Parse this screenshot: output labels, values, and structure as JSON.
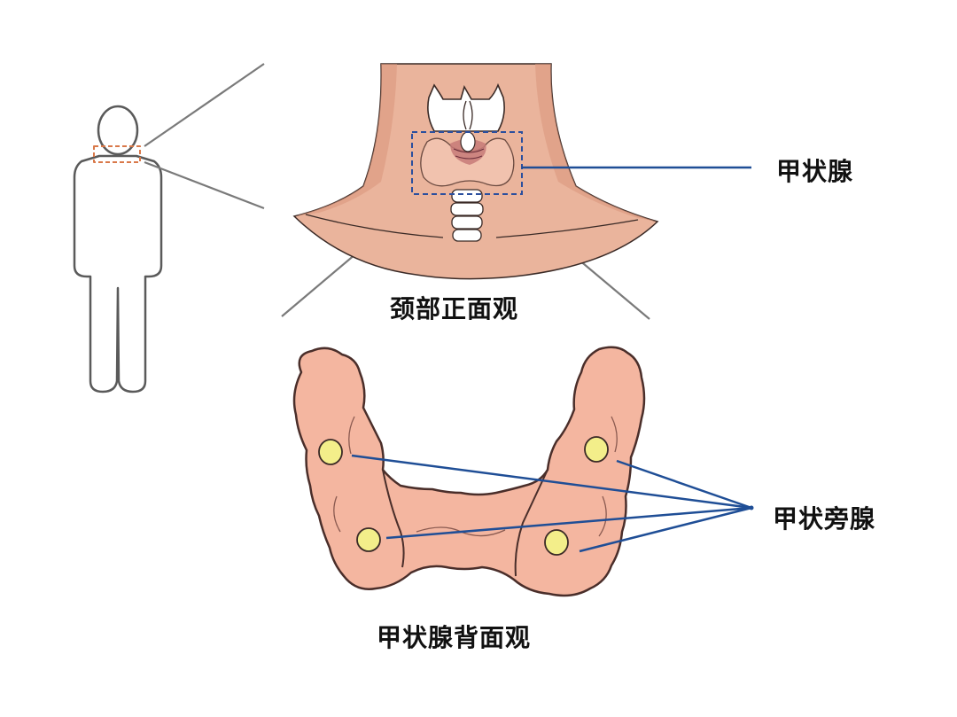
{
  "labels": {
    "thyroid": "甲状腺",
    "neck_front_view": "颈部正面观",
    "parathyroid": "甲状旁腺",
    "thyroid_back_view": "甲状腺背面观"
  },
  "colors": {
    "skin": "#eab49c",
    "skin_shadow": "#d9957c",
    "gland": "#f4b6a0",
    "gland_outline": "#4a2e2a",
    "parathyroid_fill": "#f3ee8a",
    "leader_line": "#1f4e96",
    "highlight_box": "#2b4f9e",
    "body_outline": "#5a5a5a",
    "body_highlight": "#d9794a",
    "connector": "#7a7a7a"
  },
  "icons": {
    "body": "human-silhouette-icon",
    "neck": "neck-front-illustration",
    "gland": "thyroid-back-illustration"
  }
}
